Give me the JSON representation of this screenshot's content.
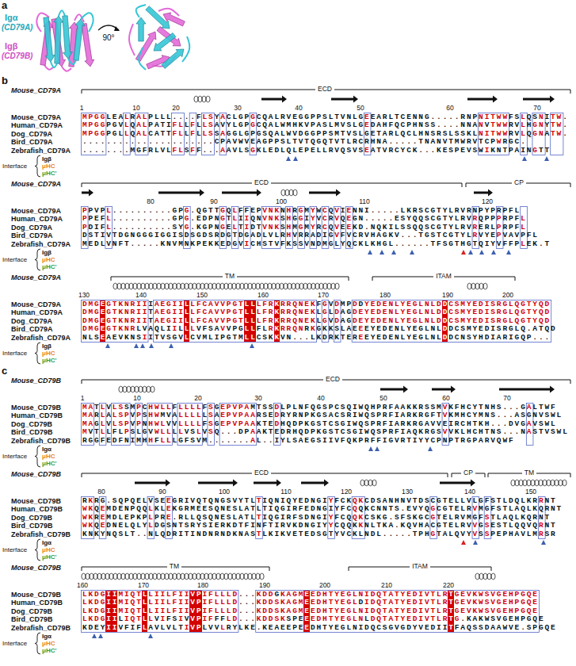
{
  "diagram": {
    "labels": [
      "a",
      "Igα",
      "(CD79A)",
      "Igβ",
      "(CD79B)",
      "90°",
      "b",
      "Mouse_CD79A",
      "ECD",
      "1",
      "10",
      "20",
      "30",
      "40",
      "50",
      "60",
      "70",
      "Mouse_CD79A",
      "MPGGLEALRALPLLL....FLSYACLGPGCQALRVEGGPPSLTVNLGEEARLTCENNG.....RNPNITWWFSLQSNITW.",
      "Human_CD79A",
      "MPGGPGVLQALPATIFLLFLLSAVYLGPGCQALWMHKVPASLMVSLGEDAHFQCPHNSS....NNANVTWWRVLHGNYTW.",
      "Dog_CD79A",
      "MPGGPGLLQALCATTFLLFLLSSAGGLGPGSQALWVDGGPPSMTVSLGETARLQCLHNSRSLSSKLNITWWRVLQGNATW.",
      "Bird_CD79A",
      "......................CPAVWVEAGPPSLTVTQGQTVTLRCRHNA.....TNANVTMWRVTCPWRGC.",
      "Zebrafish_CD79A",
      "........MGFRLVLFLSFF...AAVLSGKLEDLQLEPELLRVQSVSEATVRCYCK...KESPEVSWIKNTPAINGTT",
      "Interface",
      "Igβ",
      "μHC",
      "μHC'",
      "Mouse_CD79A",
      "ECD",
      "CP",
      "80",
      "90",
      "100",
      "110",
      "120",
      "Mouse_CD79A",
      "PPVPL..........GPG.QGTTGQLFFEPVNKNHRGMYWCQVIENNI.....LKRSCGTYLRVRNPYPRPFL",
      "Human_CD79A",
      "PPEFL..........GPG.EDPNGTLIIQNVNKSHGGIYVCRVQEGN.....ESYQQSCGTYLRVRQPPPRPFL",
      "Dog_CD79A",
      "PDIFL..........SYG.KGPNGELTIDTVNKSHMGMYRCQVEEKD.NQKILSSQQSCGTYLRVRERLPRPFL",
      "Bird_CD79A",
      "DSTIVTDGNGGGIGGISDSGDSRDGTDGADLVLRHVRRADIGVFVCRVHAGKV...TGSTCGTYLRVYEPVAVPFL",
      "Zebrafish_CD79A",
      "MEDLVNFT.....KNVMNKPEKKEDGVICHSTVFKSSVNDMGLYQCKLKHGL......TFSGTHGTQIYVFFPLEK.T",
      "Interface",
      "Igβ",
      "μHC",
      "μHC'",
      "Mouse_CD79A",
      "TM",
      "ITAM",
      "130",
      "140",
      "150",
      "160",
      "170",
      "180",
      "190",
      "200",
      "Mouse_CD79A",
      "DMGEGTKNRIIIAEGIILLFCAVVPGTLLLFRKRRQNEKFGVDMPDDYEDENLYEGLNLDDCSMYEDISRGLQGTYQD",
      "Human_CD79A",
      "DMGEGTKNRIITAEGIILLFCAVVPGTLLLFRKRRQNEKLGLDAGDEYEDENLYEGLNLDDCSMYEDISRGLQGTYQD",
      "Dog_CD79A",
      "DMGEGTKNRIITAEGIILLFCAVVPGTLLLFRKRRQNEKLGVDAGDEYEDENLYEGLNLDDCSMYEDISRGLQGTYQD",
      "Bird_CD79A",
      "DMGEGTKNRLVAQLIILLLVFSAVVPGLLFLRKRRQNRKGKKSLAEEEYEDENLYEGLNLDDCSMYEDISRGLQ.ATQD",
      "Zebrafish_CD79A",
      "NLSEAEVKNSIITVSGVLCVMLIPGTMLLCSKKVN...LKDRKTEREEYEDENLYEGLNLDDCNSYHDIARIGQP...",
      "Interface",
      "Igβ",
      "μHC",
      "μHC'",
      "c",
      "Mouse_CD79B",
      "ECD",
      "1",
      "10",
      "20",
      "30",
      "40",
      "50",
      "60",
      "70",
      "Mouse_CD79B",
      "MATLVLSSMPCHWLLFLLLLFSGEPVPAMTSSDLPLNFQGSPCSQIWQHPRFAAKKRSSMVKFHCYTNHS...GALTWF",
      "Human_CD79B",
      "MARLALSPVPSHWMVALLLLLSAEPVPAARSEDRYRNPKGSACSRIWQSPRFIARKRGFTVKMHCYMNS...ASGNVSWL",
      "Dog_CD79B",
      "MAGLVLSPVPNHWLVVLLLLFSGEPVPAAKTEDHQDPKGSTCSGIWQSPRFIARKRGAVVEIRCHTKH...DVGAVSWL",
      "Bird_CD79B",
      "MVTLLFLPSLGVWLLLLVSLVSQ...DPAAKTEDRHQDPKGSTCSGIWQSPRFIAQKRGSVVKLHCHTNS...NASTVSWL",
      "Zebrafish_CD79B",
      "RGGFEDFNIMHHFLLLGFSVM.......AL..IYLSAEGSIIVFQKPRFFIGVRTIYYCPNPTRGPARVQWF",
      "Interface",
      "Igα",
      "μHC",
      "μHC'",
      "Mouse_CD79B",
      "ECD",
      "CP",
      "TM",
      "80",
      "90",
      "100",
      "110",
      "120",
      "130",
      "140",
      "150",
      "Mouse_CD79B",
      "RKRG.SQPQELVSEEGRIVQTQNGSVYTLTIQNIQYEDNGIYFCKQKCDSANHNVTDSCGTELLVLGFSTLDQLKRRNT",
      "Human_CD79B",
      "WKQEMDENPQQLKLEKGRMEESQNESLATLTIQGIRFEDNGIYFCQQKCNNTS.EVYQGCGTELRVMGFSTLAQLKQRNT",
      "Dog_CD79B",
      "WKREMDLEPKPLPRE.RLLQSQNESLATLTIQGIRFSDNGIYFCQQKCSKG.SFSKGCGTELRVMGFSTLAQLKQRNT",
      "Bird_CD79B",
      "WKQEDNELQLYLDGSNTSRYSIERKDTFINFTIRVKDNGIYYCQQKKNLTKA.KQVHACGTELRVVGSESTLQQVQRNT",
      "Zebrafish_CD79B",
      "KNKYNQSLT..NLQDRITINDNRNDKNASTLKIKVETEDSGTYVCKLNDL.....TPHGTALQVYVSSPEPHAVLMRSR",
      "Interface",
      "Igα",
      "μHC",
      "μHC'",
      "Mouse_CD79B",
      "TM",
      "ITAM",
      "160",
      "170",
      "180",
      "190",
      "200",
      "210",
      "220",
      "Mouse_CD79B",
      "LKDGIIMIQTLLIILFIIVPIFLLLD...KDDGKAGMEEDHTYEGLNIDQTATYEDIVTLRTGEVKWSVGEHPGQE",
      "Human_CD79B",
      "LKDGIIMIQTLLIILFIIVPIFLLLD...KDDSKAGMEEDHTYEGLDIDQTATYEDIVTLRTGEVKWSVGEHPGQE",
      "Dog_CD79B",
      "LKDGIIMIQTLLIILFIIVPIFLLLD...KDDSKAGMEEDHTYEGLNIDQTATYEDIVTLRTGEVKWSVGEHPGQE",
      "Bird_CD79B",
      "LKDGIILIQTLLVIFSIVVPIFFFLD...KDDSKSPEEEDHTYEGLNLDQTATYEDIVTLRTG.KAKWSVGEHPGQE",
      "Zebrafish_CD79B",
      "KDEYIIVFIFLAVLVLTIVPLVVLRYLKE.KEAEEPEEDHTYEGLNIDQCSGVGDYVEDIITFAQSSDAAWVE.SPGQE",
      "Interface",
      "Igα",
      "μHC",
      "μHC'"
    ]
  }
}
